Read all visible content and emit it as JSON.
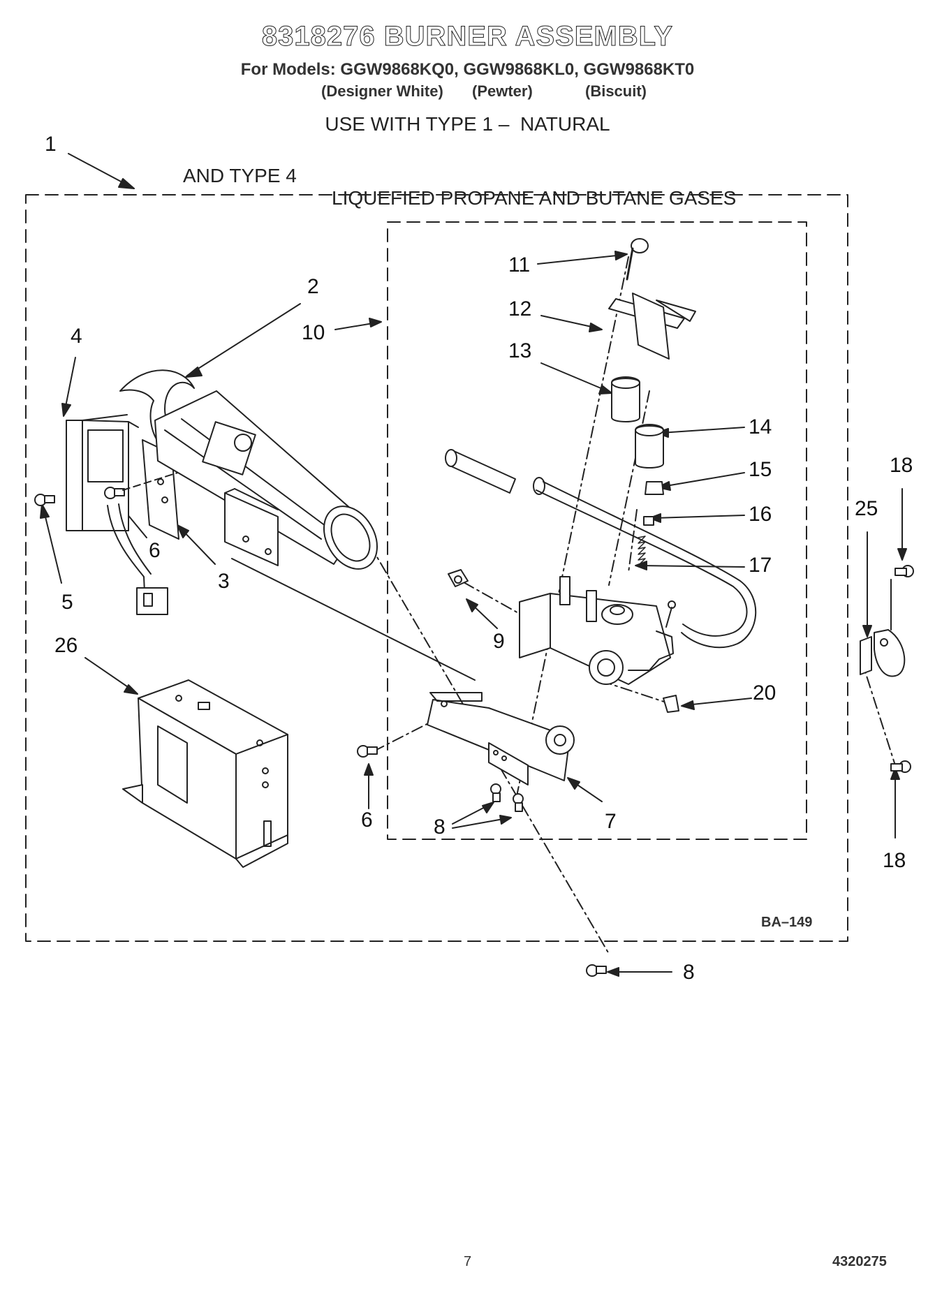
{
  "header": {
    "title": "8318276 BURNER ASSEMBLY",
    "models": "For Models: GGW9868KQ0, GGW9868KL0, GGW9868KT0",
    "colors": [
      "(Designer White)",
      "(Pewter)",
      "(Biscuit)"
    ],
    "gas_line1": "USE WITH TYPE 1 –  NATURAL",
    "gas_line2_a": "AND TYPE 4",
    "gas_line2_b": "LIQUEFIED PROPANE AND BUTANE GASES"
  },
  "callouts": {
    "c1": "1",
    "c2": "2",
    "c3": "3",
    "c4": "4",
    "c5": "5",
    "c6a": "6",
    "c6b": "6",
    "c7": "7",
    "c8a": "8",
    "c8b": "8",
    "c9": "9",
    "c10": "10",
    "c11": "11",
    "c12": "12",
    "c13": "13",
    "c14": "14",
    "c15": "15",
    "c16": "16",
    "c17": "17",
    "c18a": "18",
    "c18b": "18",
    "c20": "20",
    "c25": "25",
    "c26": "26"
  },
  "diagram_code": "BA–149",
  "footer": {
    "page": "7",
    "doc_number": "4320275"
  }
}
